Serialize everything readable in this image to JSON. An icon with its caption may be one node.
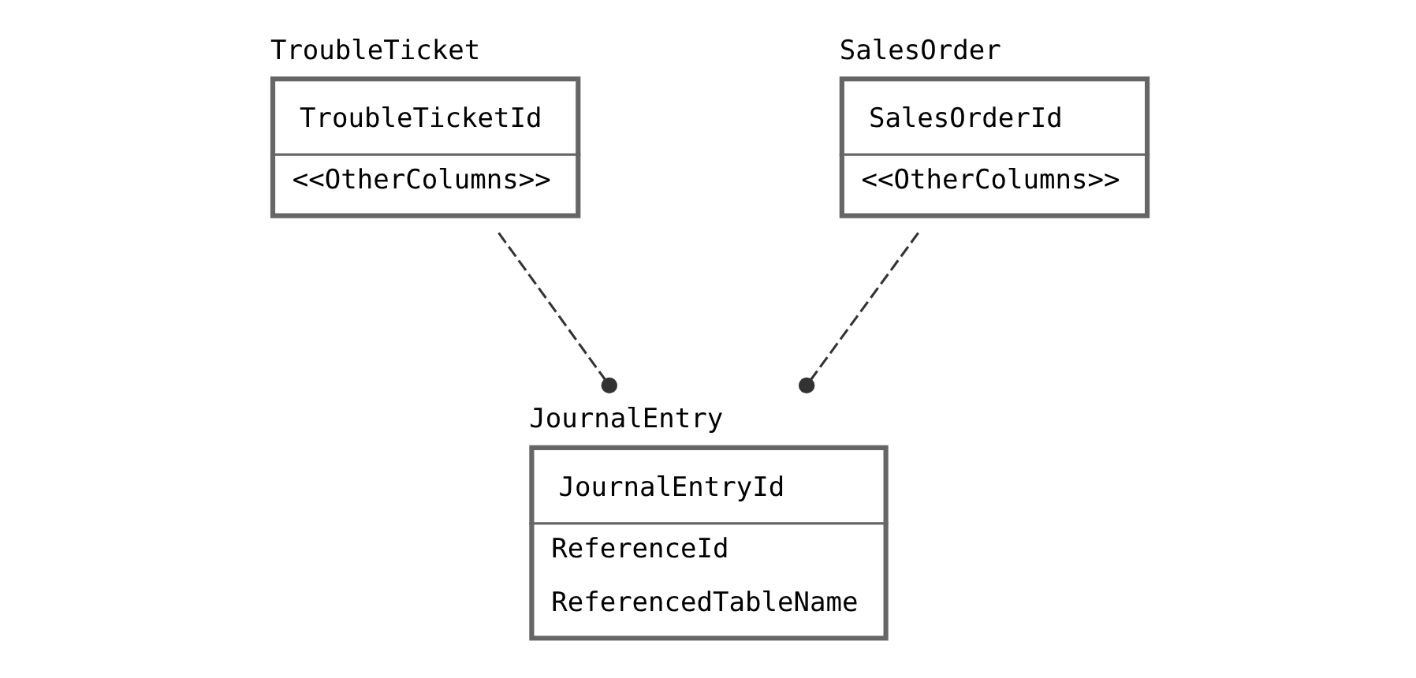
{
  "diagram": {
    "nodes": [
      {
        "text": [
          "TroubleTicket",
          "TroubleTicketId",
          "<<OtherColumns>>"
        ]
      },
      {
        "text": [
          "SalesOrder",
          "SalesOrderId",
          "<<OtherColumns>>"
        ]
      },
      {
        "text": [
          "JournalEntry",
          "JournalEntryId",
          "ReferenceId",
          "ReferencedTableName"
        ]
      }
    ],
    "edges": [
      {
        "from": 0,
        "to": 2,
        "arrow": "other",
        "style": "dashed"
      },
      {
        "from": 1,
        "to": 2,
        "arrow": "other",
        "style": "dashed"
      }
    ]
  }
}
